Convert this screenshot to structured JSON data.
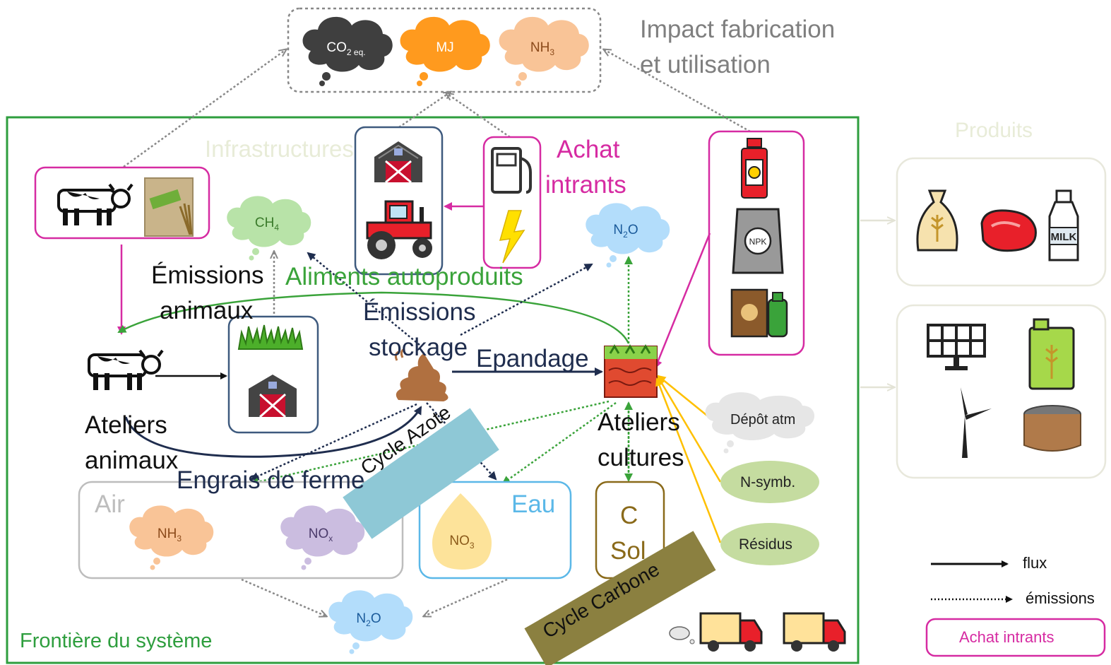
{
  "impact": {
    "title_line1": "Impact fabrication",
    "title_line2": "et utilisation"
  },
  "impact_clouds": [
    {
      "label": "CO",
      "sub": "2 eq.",
      "color": "#3f3f3f",
      "text_color": "#ffffff"
    },
    {
      "label": "MJ",
      "sub": "",
      "color": "#ff9a1e",
      "text_color": "#ffffff"
    },
    {
      "label": "NH",
      "sub": "3",
      "color": "#f9c497",
      "text_color": "#8b4a1a"
    }
  ],
  "system": {
    "boundary_label": "Frontière du système",
    "boundary_color": "#2e9e3e"
  },
  "labels": {
    "infrastructures": "Infrastructures",
    "achat_intrants_line1": "Achat",
    "achat_intrants_line2": "intrants",
    "produits": "Produits",
    "emissions_animaux_line1": "Émissions",
    "emissions_animaux_line2": "animaux",
    "aliments_autoproduits": "Aliments autoproduits",
    "emissions_stockage_line1": "Émissions",
    "emissions_stockage_line2": "stockage",
    "epandage": "Epandage",
    "ateliers_animaux_line1": "Ateliers",
    "ateliers_animaux_line2": "animaux",
    "ateliers_cultures_line1": "Ateliers",
    "ateliers_cultures_line2": "cultures",
    "engrais_de_ferme": "Engrais de ferme",
    "cycle_azote": "Cycle Azote",
    "cycle_carbone": "Cycle Carbone",
    "air": "Air",
    "eau": "Eau",
    "c_sol_line1": "C",
    "c_sol_line2": "Sol"
  },
  "gas_clouds": {
    "ch4": {
      "label": "CH",
      "sub": "4",
      "color": "#b8e3a8",
      "text_color": "#3a7a2a"
    },
    "n2o_top": {
      "label": "N",
      "sub": "2",
      "tail": "O",
      "color": "#b3ddfb",
      "text_color": "#1a5a9a"
    },
    "nh3_air": {
      "label": "NH",
      "sub": "3",
      "color": "#f9c497",
      "text_color": "#8b4a1a"
    },
    "nox_air": {
      "label": "NO",
      "sub": "x",
      "color": "#cbbde0",
      "text_color": "#4a3a6a"
    },
    "no3_eau": {
      "label": "NO",
      "sub": "3",
      "color": "#fde39a",
      "text_color": "#8b5a1a"
    },
    "n2o_bottom": {
      "label": "N",
      "sub": "2",
      "tail": "O",
      "color": "#b3ddfb",
      "text_color": "#1a5a9a"
    },
    "depot_atm": {
      "label": "Dépôt atm",
      "color": "#e6e6e6",
      "text_color": "#222222"
    }
  },
  "inputs_ovals": [
    {
      "label": "N-symb.",
      "color": "#c5dca0"
    },
    {
      "label": "Résidus",
      "color": "#c5dca0"
    }
  ],
  "legend": {
    "flux": "flux",
    "emissions": "émissions",
    "achat_intrants": "Achat intrants"
  },
  "colors": {
    "magenta": "#d62ba2",
    "green": "#3aa33a",
    "navy": "#1f2d4e",
    "gray_dotted": "#888888",
    "yellow": "#ffc000",
    "air_gray": "#bdbdbd",
    "eau_blue": "#5bb8e8",
    "csol_brown": "#8a6a1a",
    "azote_band": "#8ec8d6",
    "carbone_band": "#8b8040"
  }
}
